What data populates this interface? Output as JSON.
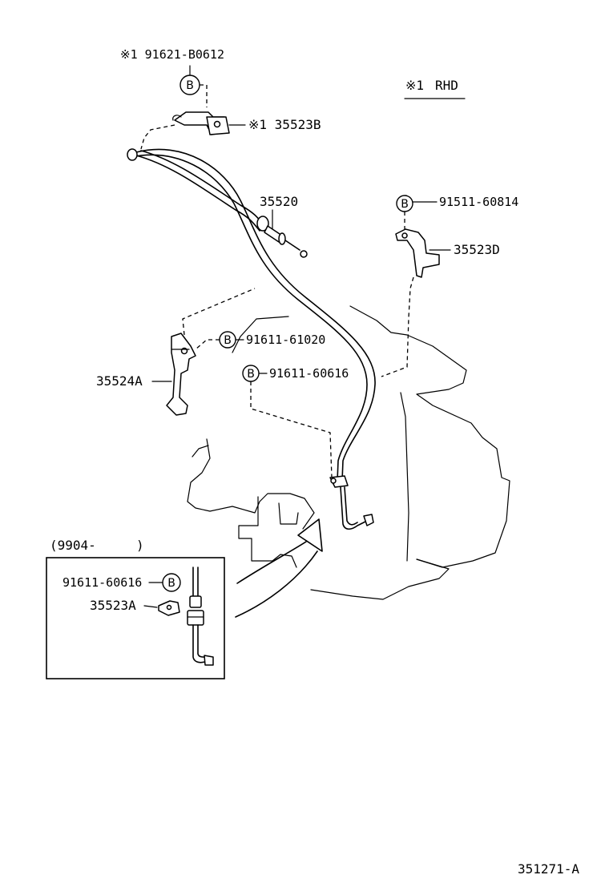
{
  "legend": {
    "mark": "※1",
    "text": "RHD"
  },
  "bolt_symbol": "B",
  "labels": {
    "bolt_top": "※1 91621-B0612",
    "bracket_top": "※1 35523B",
    "cable": "35520",
    "bolt_right": "91511-60814",
    "bracket_right": "35523D",
    "bolt_mid": "91611-61020",
    "bracket_left": "35524A",
    "bolt_lower": "91611-60616",
    "inset_period": "(9904-",
    "inset_period_close": ")",
    "inset_bolt": "91611-60616",
    "inset_bracket": "35523A"
  },
  "drawing_number": "351271-A"
}
